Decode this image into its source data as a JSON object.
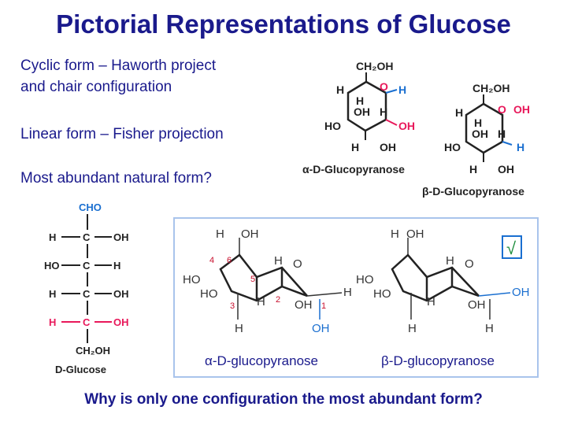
{
  "slide": {
    "title": "Pictorial Representations of Glucose",
    "bullets": [
      "Cyclic form – Haworth project",
      "and chair configuration",
      "Linear form – Fisher projection",
      "Most abundant natural form?"
    ],
    "question": "Why is only one configuration the most abundant form?"
  },
  "haworth_alpha": {
    "caption": "α-D-Glucopyranose",
    "ch2oh": "CH₂OH",
    "labels": {
      "H": "H",
      "O": "O",
      "OH": "OH",
      "HO": "HO"
    }
  },
  "haworth_beta": {
    "caption": "β-D-Glucopyranose",
    "ch2oh": "CH₂OH"
  },
  "fischer": {
    "top": "CHO",
    "rows": [
      {
        "left": "H",
        "right": "OH"
      },
      {
        "left": "HO",
        "right": "H"
      },
      {
        "left": "H",
        "right": "OH"
      },
      {
        "left": "H",
        "right": "OH"
      }
    ],
    "bottom": "CH₂OH",
    "caption": "D-Glucose",
    "carbon": "C"
  },
  "chair_alpha": {
    "caption": "α-D-glucopyranose",
    "numbers": [
      "4",
      "6",
      "5",
      "3",
      "2",
      "1"
    ]
  },
  "chair_beta": {
    "caption": "β-D-glucopyranose",
    "check": "√"
  },
  "colors": {
    "title": "#1a1a8c",
    "highlight": "#e8185a",
    "fischer_blue": "#1a6fd0",
    "haworth_blue": "#1a6fd0",
    "box_border": "#a9c4ec",
    "number_red": "#c8102e"
  }
}
